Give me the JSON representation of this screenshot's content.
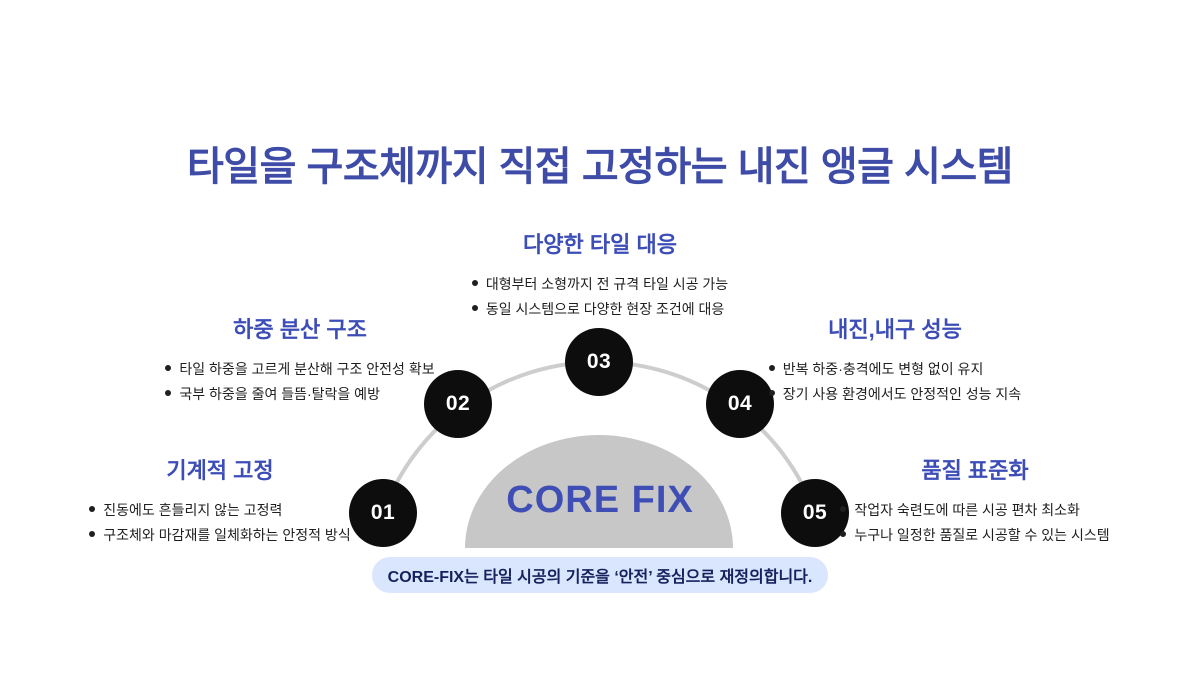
{
  "title": "타일을 구조체까지 직접 고정하는 내진 앵글 시스템",
  "center": {
    "label": "CORE FIX",
    "caption": "CORE-FIX는 타일 시공의 기준을 ‘안전’ 중심으로 재정의합니다."
  },
  "steps": [
    {
      "number": "01",
      "heading": "기계적 고정",
      "bullets": [
        "진동에도 흔들리지 않는 고정력",
        "구조체와 마감재를 일체화하는 안정적 방식"
      ]
    },
    {
      "number": "02",
      "heading": "하중 분산 구조",
      "bullets": [
        "타일 하중을 고르게 분산해 구조 안전성 확보",
        "국부 하중을 줄여 들뜸·탈락을 예방"
      ]
    },
    {
      "number": "03",
      "heading": "다양한 타일 대응",
      "bullets": [
        "대형부터 소형까지 전 규격 타일 시공 가능",
        "동일 시스템으로 다양한 현장 조건에 대응"
      ]
    },
    {
      "number": "04",
      "heading": "내진,내구 성능",
      "bullets": [
        "반복 하중·충격에도 변형 없이 유지",
        "장기 사용 환경에서도 안정적인 성능 지속"
      ]
    },
    {
      "number": "05",
      "heading": "품질 표준화",
      "bullets": [
        "작업자 숙련도에 따른 시공 편차 최소화",
        "누구나 일정한 품질로 시공할 수 있는 시스템"
      ]
    }
  ],
  "colors": {
    "title_blue": "#3E4CA8",
    "heading_blue": "#3D4DB8",
    "corefix_blue": "#3E4EB4",
    "caption_navy": "#16205C",
    "caption_pill_bg": "#D9E6FD",
    "circle_black": "#0D0D0D",
    "dome_gray": "#C7C7C7",
    "arc_gray": "#CDCDCD",
    "body_text": "#1F1F1F"
  }
}
